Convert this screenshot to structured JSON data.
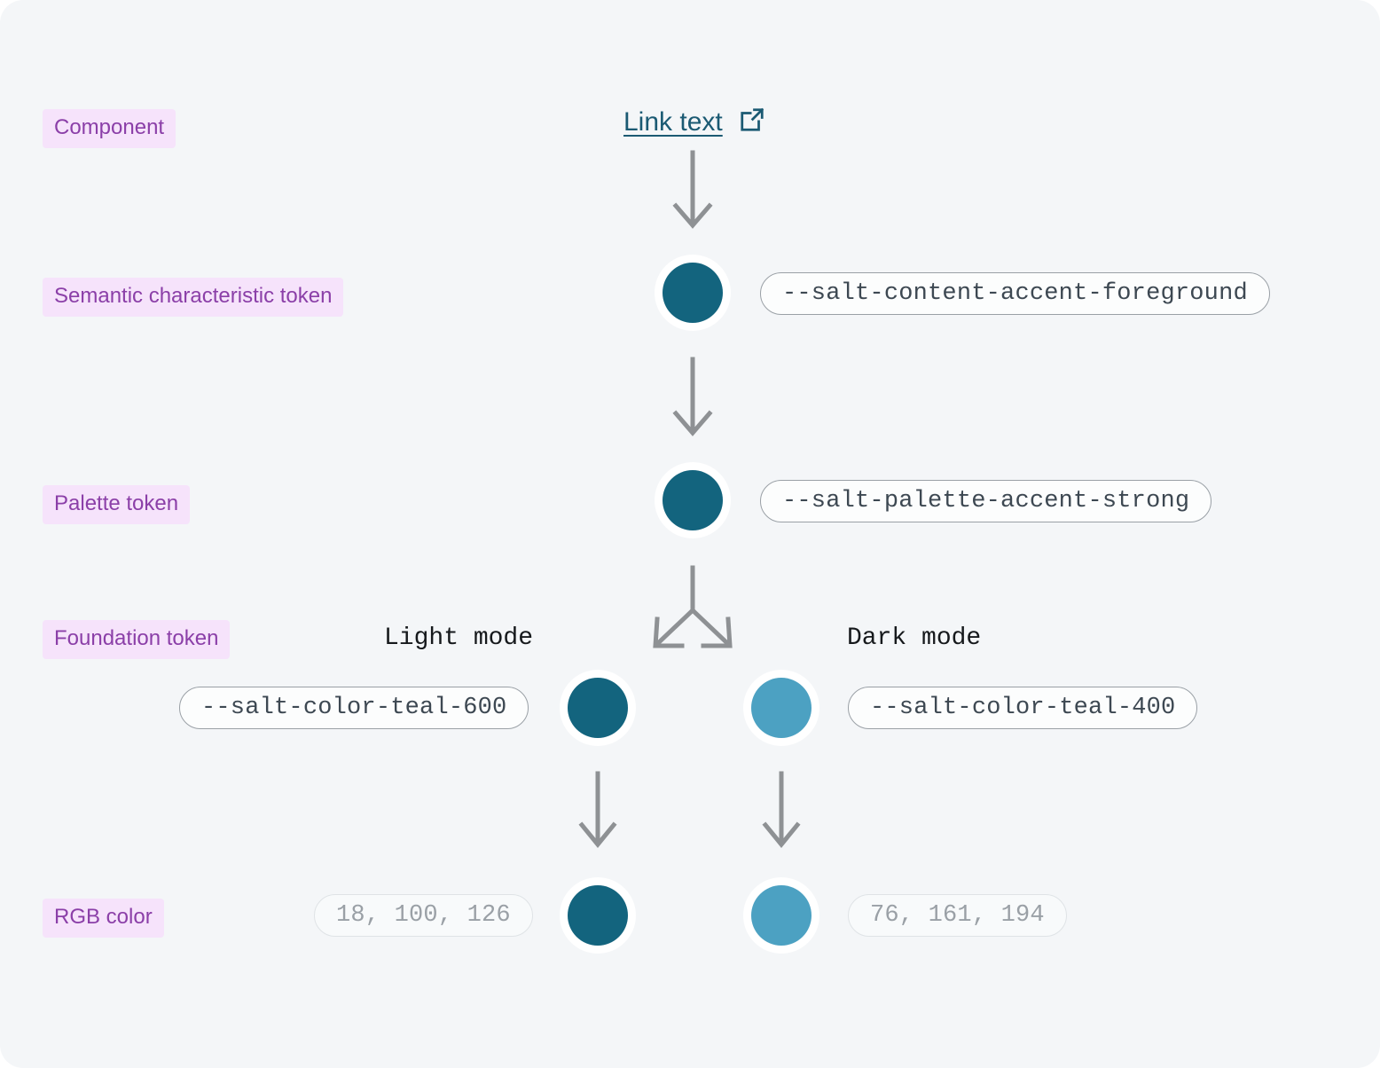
{
  "page": {
    "background": "#f4f6f8",
    "title": "Salt design system colour token chain"
  },
  "palette": {
    "accent_dark": "#13647E",
    "accent_light": "#4CA1C2",
    "badge_bg": "#f6e3fb",
    "badge_fg": "#8b3fa8",
    "link_fg": "#1b5a73",
    "arrow": "#8e9194",
    "pill_border": "#9aa0a6",
    "pill_border_muted": "#dfe3e6",
    "pill_text": "#3d4852",
    "pill_text_muted": "#9aa0a6"
  },
  "stages": [
    {
      "id": "component",
      "label": "Component"
    },
    {
      "id": "semantic",
      "label": "Semantic characteristic token"
    },
    {
      "id": "palette",
      "label": "Palette token"
    },
    {
      "id": "foundation",
      "label": "Foundation token"
    },
    {
      "id": "rgb",
      "label": "RGB color"
    }
  ],
  "component": {
    "link_label": "Link text",
    "link_icon": "external-link-icon"
  },
  "semantic_row": {
    "token": "--salt-content-accent-foreground",
    "swatch_color": "#13647E"
  },
  "palette_row": {
    "token": "--salt-palette-accent-strong",
    "swatch_color": "#13647E"
  },
  "foundation_row": {
    "light": {
      "mode_label": "Light mode",
      "token": "--salt-color-teal-600",
      "swatch_color": "#13647E"
    },
    "dark": {
      "mode_label": "Dark mode",
      "token": "--salt-color-teal-400",
      "swatch_color": "#4CA1C2"
    }
  },
  "rgb_row": {
    "light": {
      "value": "18, 100, 126",
      "swatch_color": "#13647E"
    },
    "dark": {
      "value": "76, 161, 194",
      "swatch_color": "#4CA1C2"
    }
  }
}
